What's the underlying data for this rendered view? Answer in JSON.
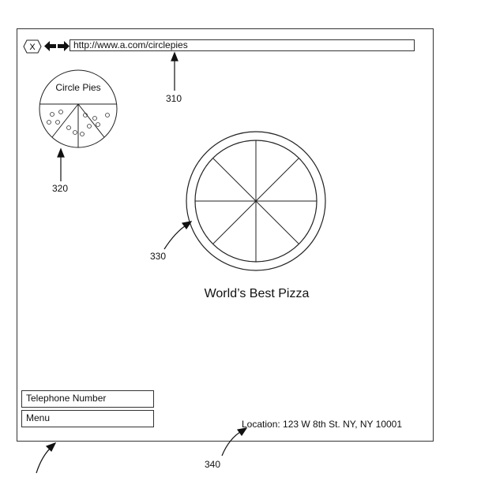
{
  "browser": {
    "close_label": "X",
    "url": "http://www.a.com/circlepies"
  },
  "logo": {
    "title": "Circle Pies"
  },
  "main": {
    "caption": "World’s Best Pizza"
  },
  "footer": {
    "telephone_label": "Telephone Number",
    "menu_label": "Menu",
    "location": "Location: 123 W 8th St. NY, NY 10001"
  },
  "refs": {
    "r310": "310",
    "r320": "320",
    "r330": "330",
    "r340": "340"
  },
  "icons": [
    "close-icon",
    "back-arrow-icon",
    "forward-arrow-icon",
    "pizza-logo-icon",
    "pizza-image"
  ]
}
